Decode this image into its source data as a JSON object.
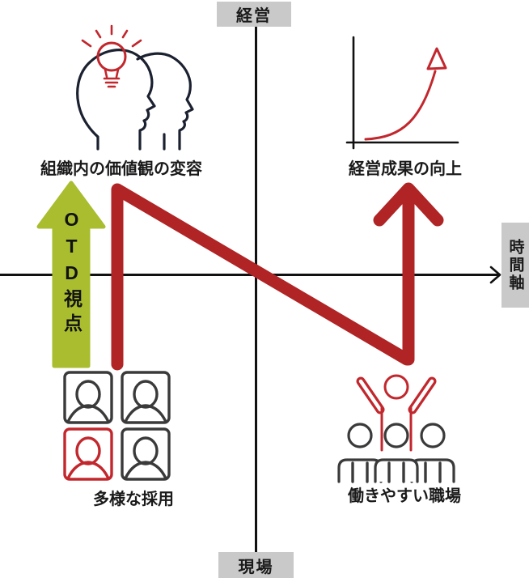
{
  "colors": {
    "flow_red": "#b02425",
    "icon_red": "#c2272d",
    "green": "#a9bd2f",
    "axis_dark": "#111111",
    "icon_dark": "#3a3a3a",
    "head_navy": "#1b2130",
    "tag_bg": "#c9c9c9",
    "text": "#1a1a1a"
  },
  "axis": {
    "top_label": "経営",
    "bottom_label": "現場",
    "right_label": "時間軸"
  },
  "quadrants": {
    "top_left": {
      "label": "組織内の価値観の変容",
      "icon": "heads-lightbulb-icon"
    },
    "top_right": {
      "label": "経営成果の向上",
      "icon": "growth-chart-icon"
    },
    "bottom_left": {
      "label": "多様な採用",
      "icon": "diverse-hiring-grid-icon"
    },
    "bottom_right": {
      "label": "働きやすい職場",
      "icon": "happy-team-icon"
    }
  },
  "otd_arrow": {
    "label": "OTD視点"
  }
}
